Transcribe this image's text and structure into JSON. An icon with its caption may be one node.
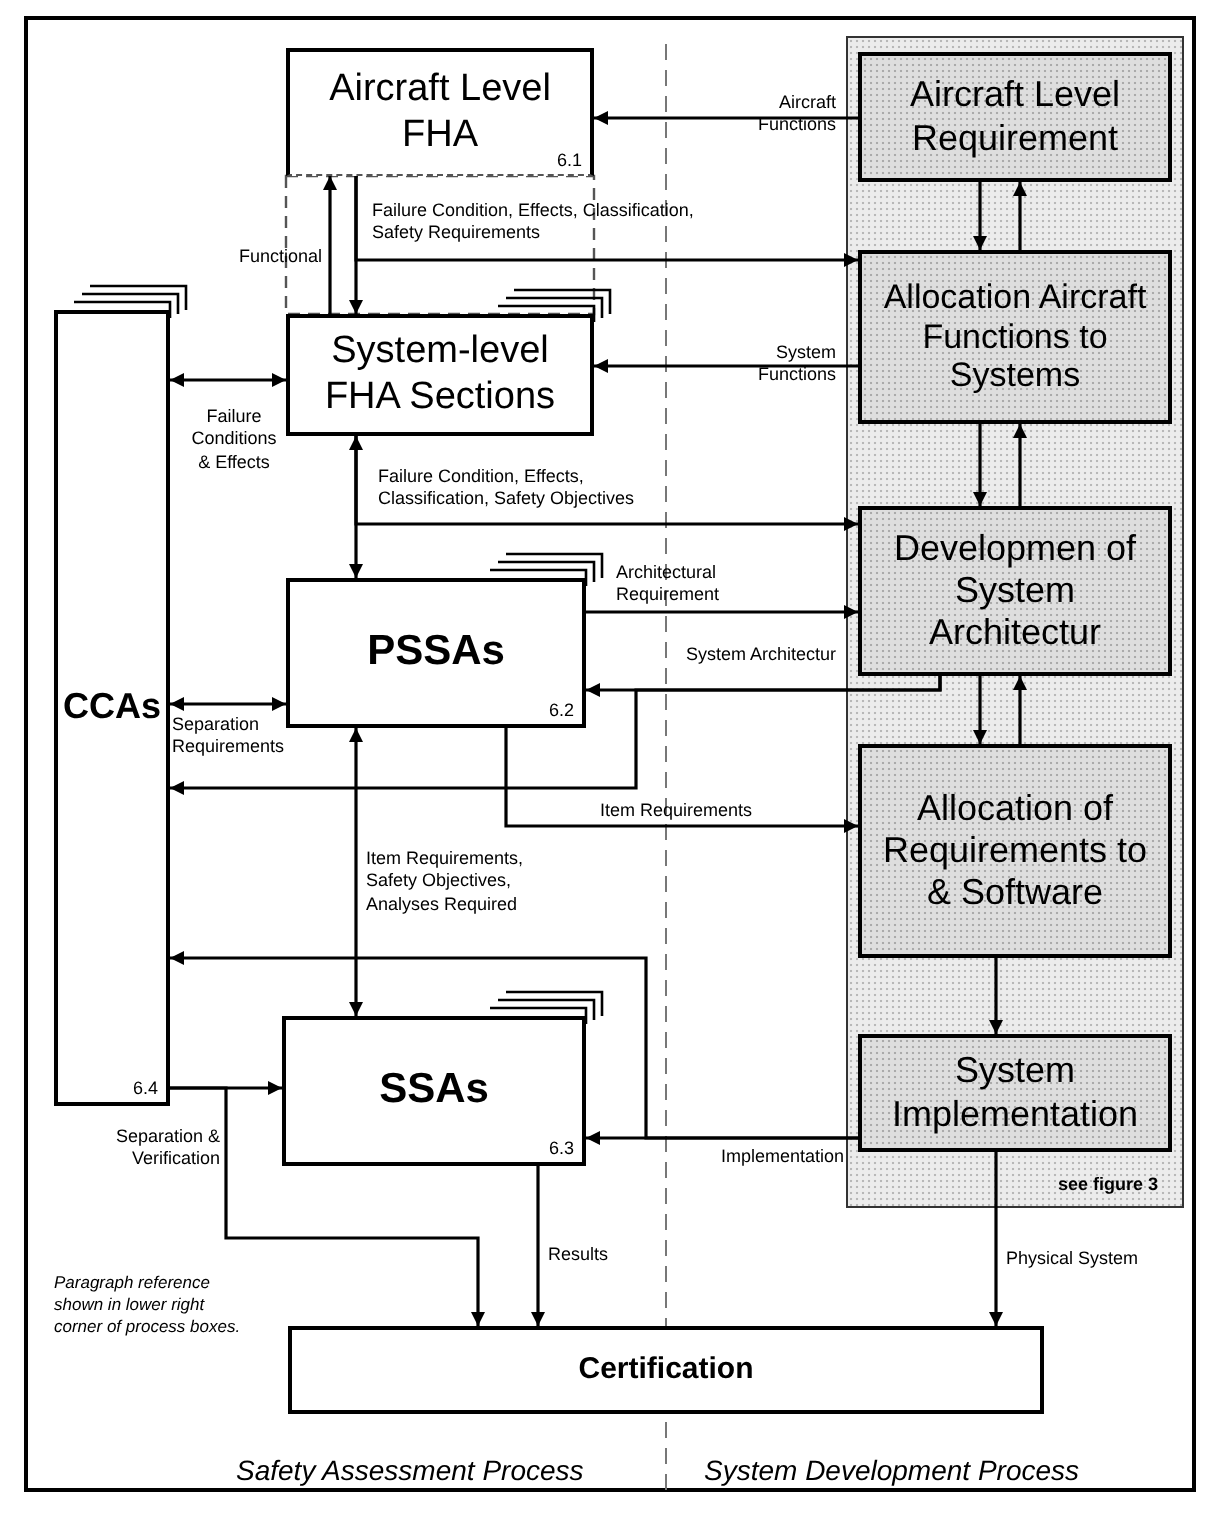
{
  "diagram": {
    "nodes": [
      {
        "text": [
          "Aircraft Level FHA",
          "6.1"
        ]
      },
      {
        "text": [
          "System-level FHA Sections"
        ]
      },
      {
        "text": [
          "CCAs",
          "6.4"
        ]
      },
      {
        "text": [
          "PSSAs",
          "6.2"
        ]
      },
      {
        "text": [
          "SSAs",
          "6.3"
        ]
      },
      {
        "text": [
          "Certification"
        ]
      },
      {
        "text": [
          "see figure 3"
        ]
      },
      {
        "text": [
          "Aircraft Level Requirement"
        ],
        "in": 6
      },
      {
        "text": [
          "Allocation Aircraft Functions to Systems"
        ],
        "in": 6
      },
      {
        "text": [
          "Developmen of System Architectur"
        ],
        "in": 6
      },
      {
        "text": [
          "Allocation of Requirements to & Software"
        ],
        "in": 6
      },
      {
        "text": [
          "System Implementation"
        ],
        "in": 6
      }
    ],
    "edges": [
      {
        "from": 7,
        "to": 0,
        "arrow": "to",
        "label": "Aircraft Functions"
      },
      {
        "from": 0,
        "to": 1,
        "arrow": "to"
      },
      {
        "from": 0,
        "to": 8,
        "arrow": "to",
        "label": "Failure Condition, Effects, Classification, Safety Requirements"
      },
      {
        "from": 1,
        "to": 0,
        "arrow": "to",
        "label": "Functional"
      },
      {
        "from": 8,
        "to": 1,
        "arrow": "to",
        "label": "System Functions"
      },
      {
        "from": 2,
        "to": 1,
        "arrow": "both",
        "label": "Failure Conditions & Effects"
      },
      {
        "from": 1,
        "to": 3,
        "arrow": "both"
      },
      {
        "from": 1,
        "to": 9,
        "arrow": "to",
        "label": "Failure Condition, Effects, Classification, Safety Objectives"
      },
      {
        "from": 3,
        "to": 9,
        "arrow": "to",
        "label": "Architectural Requirement"
      },
      {
        "from": 9,
        "to": 3,
        "arrow": "to",
        "label": "System Architectur"
      },
      {
        "from": 9,
        "to": 2,
        "arrow": "to"
      },
      {
        "from": 3,
        "to": 10,
        "arrow": "to",
        "label": "Item Requirements"
      },
      {
        "from": 3,
        "to": 4,
        "arrow": "both",
        "label": "Item Requirements, Safety Objectives, Analyses Required"
      },
      {
        "from": 11,
        "to": 4,
        "arrow": "to",
        "label": "Implementation"
      },
      {
        "from": 11,
        "to": 2,
        "arrow": "to"
      },
      {
        "from": 2,
        "to": 4,
        "arrow": "to"
      },
      {
        "from": 2,
        "to": 5,
        "arrow": "to",
        "label": "Separation & Verification"
      },
      {
        "from": 4,
        "to": 5,
        "arrow": "to",
        "label": "Results"
      },
      {
        "from": 11,
        "to": 5,
        "arrow": "to",
        "label": "Physical System"
      },
      {
        "from": 2,
        "to": 3,
        "arrow": "both",
        "label": "Separation Requirements"
      },
      {
        "from": 7,
        "to": 8,
        "arrow": "to"
      },
      {
        "from": 8,
        "to": 7,
        "arrow": "to"
      },
      {
        "from": 8,
        "to": 9,
        "arrow": "to"
      },
      {
        "from": 9,
        "to": 8,
        "arrow": "to"
      },
      {
        "from": 9,
        "to": 10,
        "arrow": "to"
      },
      {
        "from": 10,
        "to": 9,
        "arrow": "to"
      },
      {
        "from": 10,
        "to": 11,
        "arrow": "to"
      }
    ],
    "labels": [
      "Paragraph reference shown in lower right corner of process boxes.",
      "Safety Assessment Process",
      "System Development Process"
    ]
  }
}
